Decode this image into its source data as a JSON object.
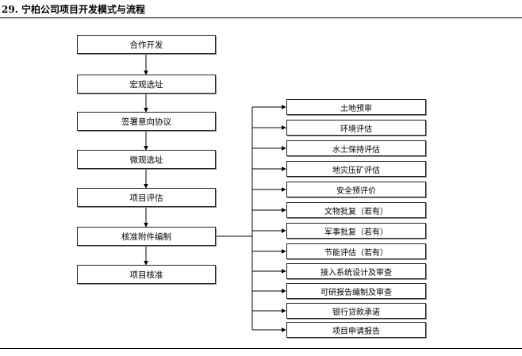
{
  "figure": {
    "title": "29. 宁柏公司项目开发模式与流程"
  },
  "main_steps": [
    "合作开发",
    "宏观选址",
    "签署意向协议",
    "微观选址",
    "项目评估",
    "核准附件编制",
    "项目核准"
  ],
  "attachments": [
    "土地预审",
    "环境评估",
    "水土保持评估",
    "地灾压矿评估",
    "安全预评价",
    "文物批复（若有）",
    "军事批复（若有）",
    "节能评估（若有）",
    "接入系统设计及审查",
    "可研报告编制及审查",
    "银行贷款承诺",
    "项目申请报告"
  ]
}
